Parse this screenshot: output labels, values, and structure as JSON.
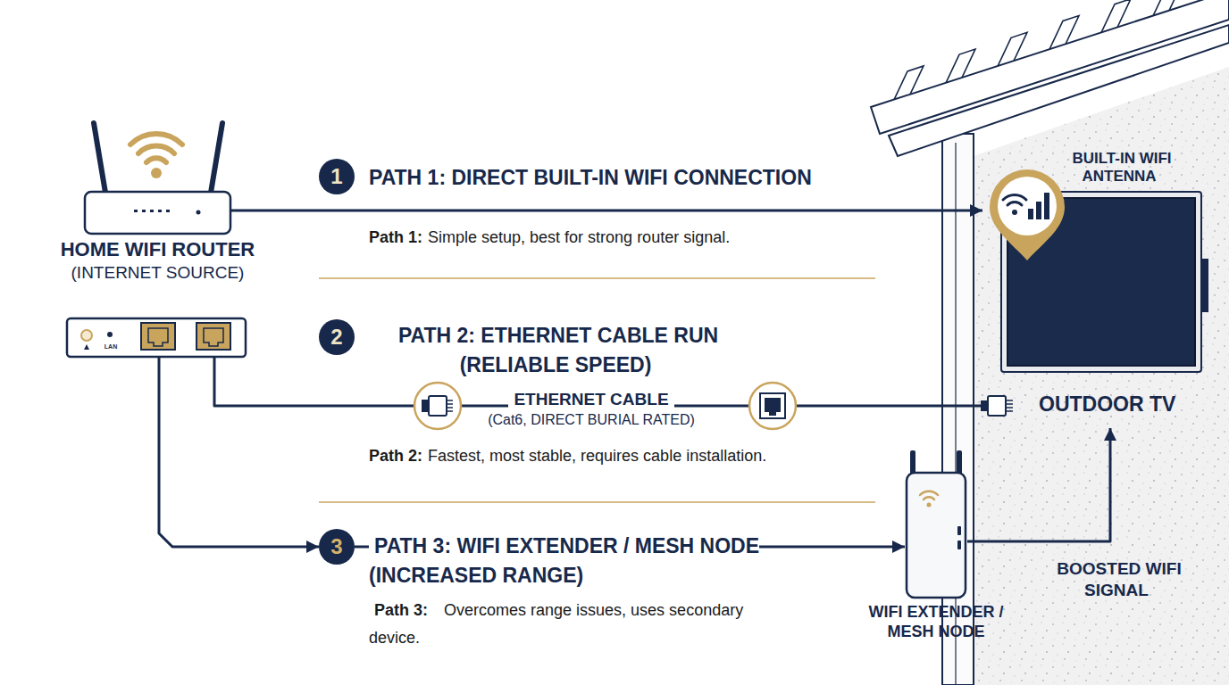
{
  "diagram": {
    "nodes": [
      {
        "text": [
          "HOME WIFI ROUTER",
          "(INTERNET SOURCE)"
        ]
      },
      {
        "text": [
          "LAN"
        ]
      },
      {
        "text": [
          "1"
        ]
      },
      {
        "text": [
          "2"
        ]
      },
      {
        "text": [
          "3"
        ]
      },
      {
        "text": [
          "OUTDOOR TV"
        ]
      },
      {
        "text": [
          "WIFI EXTENDER / MESH NODE"
        ]
      }
    ],
    "edges": [
      {
        "from": 0,
        "to": 5,
        "arrow": "to"
      },
      {
        "from": 1,
        "to": 5,
        "arrow": "none"
      },
      {
        "from": 1,
        "to": 4,
        "arrow": "to"
      },
      {
        "from": 4,
        "to": 6,
        "arrow": "to"
      },
      {
        "from": 6,
        "to": 5,
        "arrow": "to"
      }
    ],
    "labels": [
      "PATH 1: DIRECT BUILT-IN WIFI CONNECTION",
      "Path 1:",
      "Simple setup, best for strong router signal.",
      "PATH 2: ETHERNET CABLE RUN (RELIABLE SPEED)",
      "ETHERNET CABLE",
      "(Cat6, DIRECT BURIAL RATED)",
      "Path 2:",
      "Fastest, most stable, requires cable installation.",
      "PATH 3: WIFI EXTENDER / MESH NODE (INCREASED RANGE)",
      "Path 3:",
      "Overcomes range issues, uses secondary device.",
      "BUILT-IN WIFI ANTENNA",
      "BOOSTED WIFI SIGNAL"
    ]
  }
}
